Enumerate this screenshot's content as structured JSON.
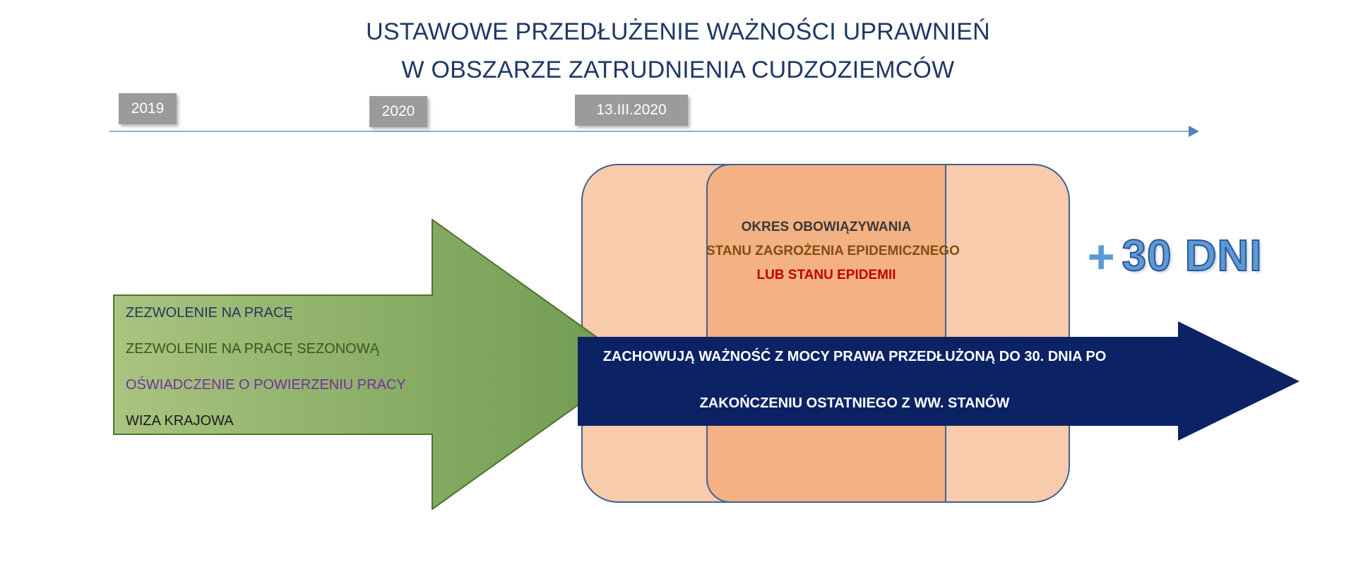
{
  "title": {
    "line1": "USTAWOWE PRZEDŁUŻENIE WAŻNOŚCI UPRAWNIEŃ",
    "line2": "W OBSZARZE ZATRUDNIENIA CUDZOZIEMCÓW",
    "color": "#1F3864"
  },
  "timeline": {
    "axis_color": "#8FAADC",
    "arrow_color": "#4F81BD",
    "chips": [
      {
        "label": "2019"
      },
      {
        "label": "2020"
      },
      {
        "label": "13.III.2020"
      }
    ],
    "chip_color": "#9B9B9B"
  },
  "green_arrow": {
    "fill_start": "#A9C47F",
    "fill_end": "#6E9A4F",
    "border": "#4F7230",
    "items": [
      {
        "label": "ZEZWOLENIE NA PRACĘ",
        "color": "#1F3864"
      },
      {
        "label": "ZEZWOLENIE NA PRACĘ SEZONOWĄ",
        "color": "#375623"
      },
      {
        "label": "OŚWIADCZENIE O POWIERZENIU PRACY",
        "color": "#7030A0"
      },
      {
        "label": "WIZA KRAJOWA",
        "color": "#1A1A1A"
      }
    ]
  },
  "period_box": {
    "outer_color": "#F8CBAD",
    "inner_color": "#F4B183",
    "border_color": "#41618E",
    "lines": [
      {
        "text": "OKRES OBOWIĄZYWANIA",
        "color": "#3B3838"
      },
      {
        "text": "STANU ZAGROŻENIA EPIDEMICZNEGO",
        "color": "#7F4F12"
      },
      {
        "text": "LUB STANU EPIDEMII",
        "color": "#C00000"
      }
    ]
  },
  "navy_arrow": {
    "fill": "#0B2265",
    "lines": [
      "ZACHOWUJĄ WAŻNOŚĆ Z MOCY PRAWA PRZEDŁUŻONĄ DO 30. DNIA PO",
      "ZAKOŃCZENIU OSTATNIEGO Z WW. STANÓW"
    ]
  },
  "badge": {
    "plus": "+",
    "value": "30 DNI",
    "color": "#5B9BD5",
    "outline_color": "#2F5597"
  }
}
